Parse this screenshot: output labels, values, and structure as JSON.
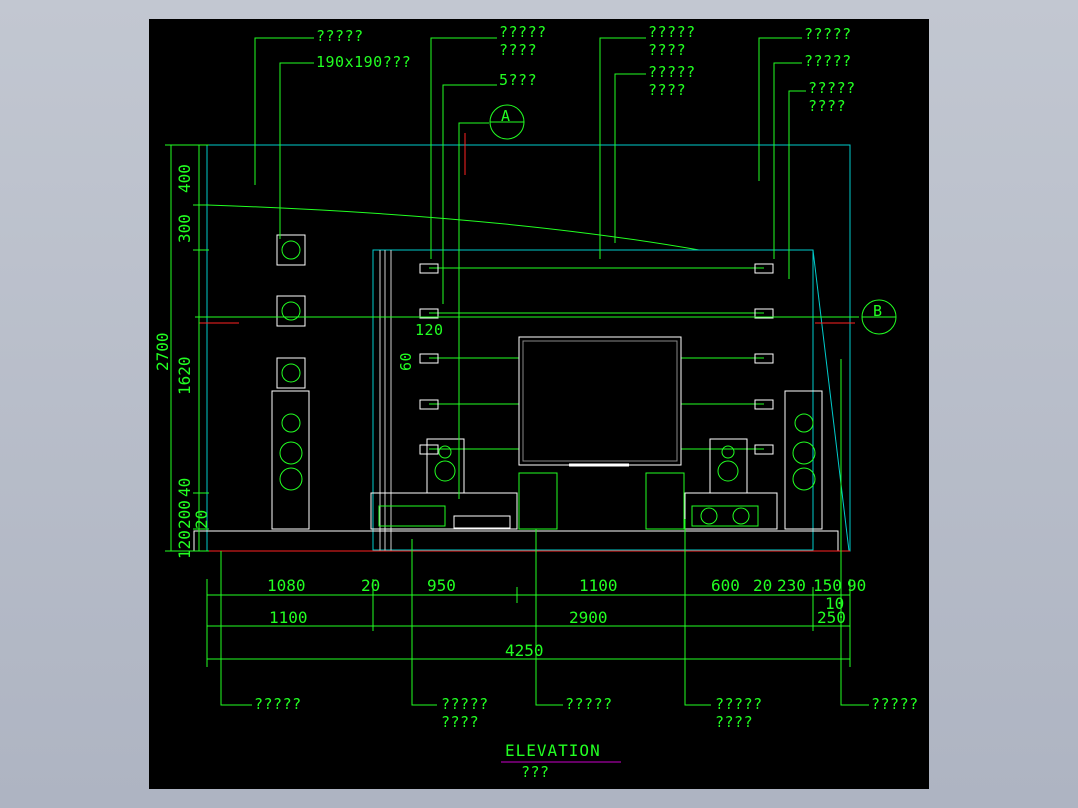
{
  "drawing": {
    "title": "ELEVATION",
    "subtitle": "???",
    "section_markers": [
      "A",
      "B"
    ],
    "colors": {
      "background": "#000000",
      "annotation": "#22ff22",
      "outline": "#00cccc",
      "accent": "#ff2222",
      "title_underline": "#cc00cc"
    },
    "callouts_top": [
      "?????",
      "190x190???",
      "?????",
      "????",
      "5???",
      "?????",
      "????",
      "?????",
      "????",
      "?????",
      "?????",
      "?????",
      "????"
    ],
    "callouts_bottom": [
      "?????",
      "?????",
      "????",
      "?????",
      "?????",
      "????",
      "?????"
    ],
    "dims_vertical": [
      "400",
      "300",
      "2700",
      "1620",
      "40",
      "200",
      "20",
      "120"
    ],
    "dims_small": [
      "120",
      "60"
    ],
    "dims_row1": [
      "1080",
      "20",
      "950",
      "1100",
      "600",
      "20",
      "230",
      "150",
      "90"
    ],
    "dims_row2": [
      "1100",
      "2900",
      "10",
      "250"
    ],
    "dims_total": "4250"
  }
}
